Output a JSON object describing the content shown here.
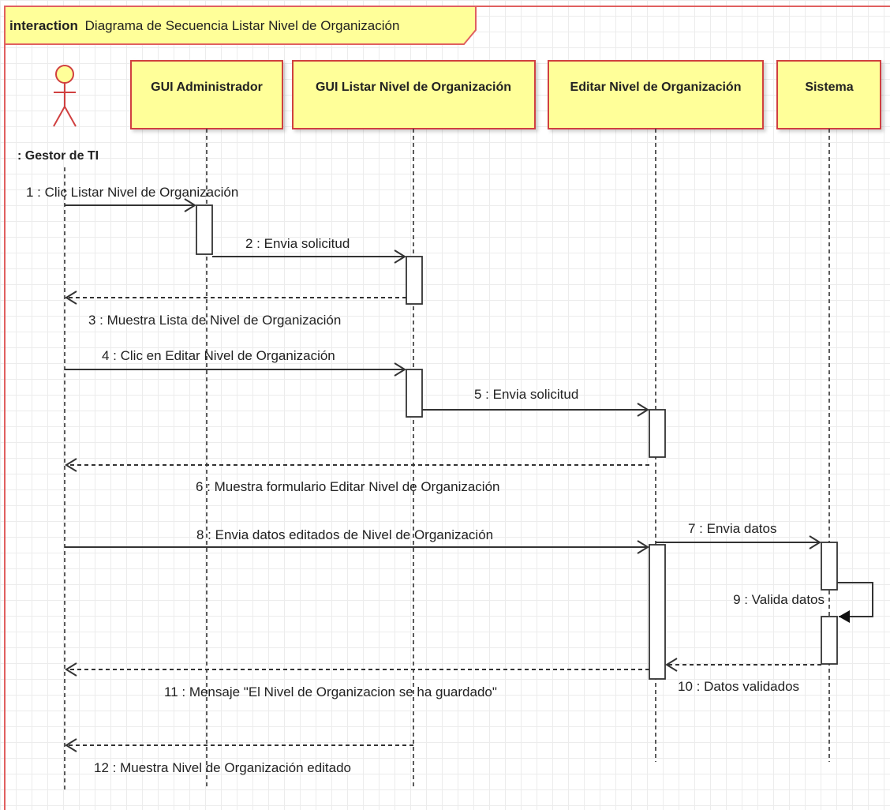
{
  "frame": {
    "keyword": "interaction",
    "title": "Diagrama de Secuencia Listar Nivel de Organización"
  },
  "actor": {
    "name": ": Gestor de TI"
  },
  "lifelines": [
    {
      "id": "gui-admin",
      "label": "GUI Administrador"
    },
    {
      "id": "gui-listar",
      "label": "GUI Listar Nivel de Organización"
    },
    {
      "id": "editar",
      "label": "Editar Nivel de Organización"
    },
    {
      "id": "sistema",
      "label": "Sistema"
    }
  ],
  "messages": [
    {
      "label": "1 : Clic Listar Nivel de Organización",
      "kind": "sync",
      "from": "actor",
      "to": "gui-admin"
    },
    {
      "label": "2 : Envia solicitud",
      "kind": "sync",
      "from": "gui-admin",
      "to": "gui-listar"
    },
    {
      "label": "3 : Muestra Lista de Nivel de Organización",
      "kind": "return",
      "from": "gui-listar",
      "to": "actor"
    },
    {
      "label": "4 : Clic en Editar Nivel de Organización",
      "kind": "sync",
      "from": "actor",
      "to": "gui-listar"
    },
    {
      "label": "5 : Envia solicitud",
      "kind": "sync",
      "from": "gui-listar",
      "to": "editar"
    },
    {
      "label": "6 : Muestra formulario Editar Nivel de Organización",
      "kind": "return",
      "from": "editar",
      "to": "actor"
    },
    {
      "label": "7 : Envia datos",
      "kind": "sync",
      "from": "editar",
      "to": "sistema"
    },
    {
      "label": "8 : Envia datos editados de Nivel de Organización",
      "kind": "sync",
      "from": "actor",
      "to": "editar"
    },
    {
      "label": "9 : Valida datos",
      "kind": "self",
      "from": "sistema",
      "to": "sistema"
    },
    {
      "label": "10 : Datos validados",
      "kind": "return",
      "from": "sistema",
      "to": "editar"
    },
    {
      "label": "11 : Mensaje \"El Nivel de Organizacion se ha guardado\"",
      "kind": "return",
      "from": "editar",
      "to": "actor"
    },
    {
      "label": "12 : Muestra Nivel de Organización editado",
      "kind": "return",
      "from": "gui-listar",
      "to": "actor"
    }
  ],
  "colors": {
    "frame_border": "#e06060",
    "frame_tab": "#ffff99",
    "lifeline_fill": "#ffff99",
    "lifeline_border": "#d04040",
    "line": "#333333"
  }
}
